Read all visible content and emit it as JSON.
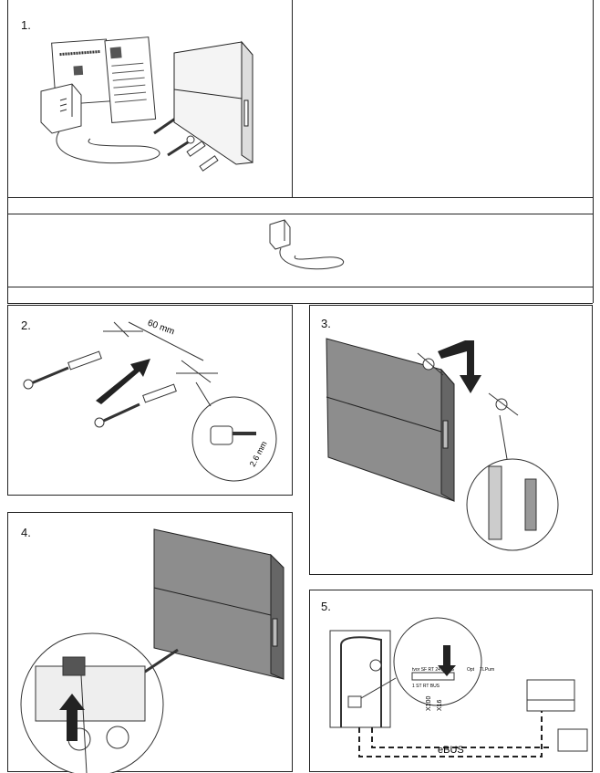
{
  "steps": {
    "s1": "1.",
    "s2": "2.",
    "s3": "3.",
    "s4": "4.",
    "s5": "5."
  },
  "dimensions": {
    "spacing": "60 mm",
    "screw_gap": "2.6 mm"
  },
  "wiring": {
    "bus_label": "eBUS",
    "terminal_top": "tvor SF RT 24V BUS",
    "terminal_bottom": "1 ST RT BUS",
    "opt_label": "Opt",
    "tlpum_label": "TLPum",
    "connector_x100": "X100",
    "connector_x16": "X16"
  }
}
